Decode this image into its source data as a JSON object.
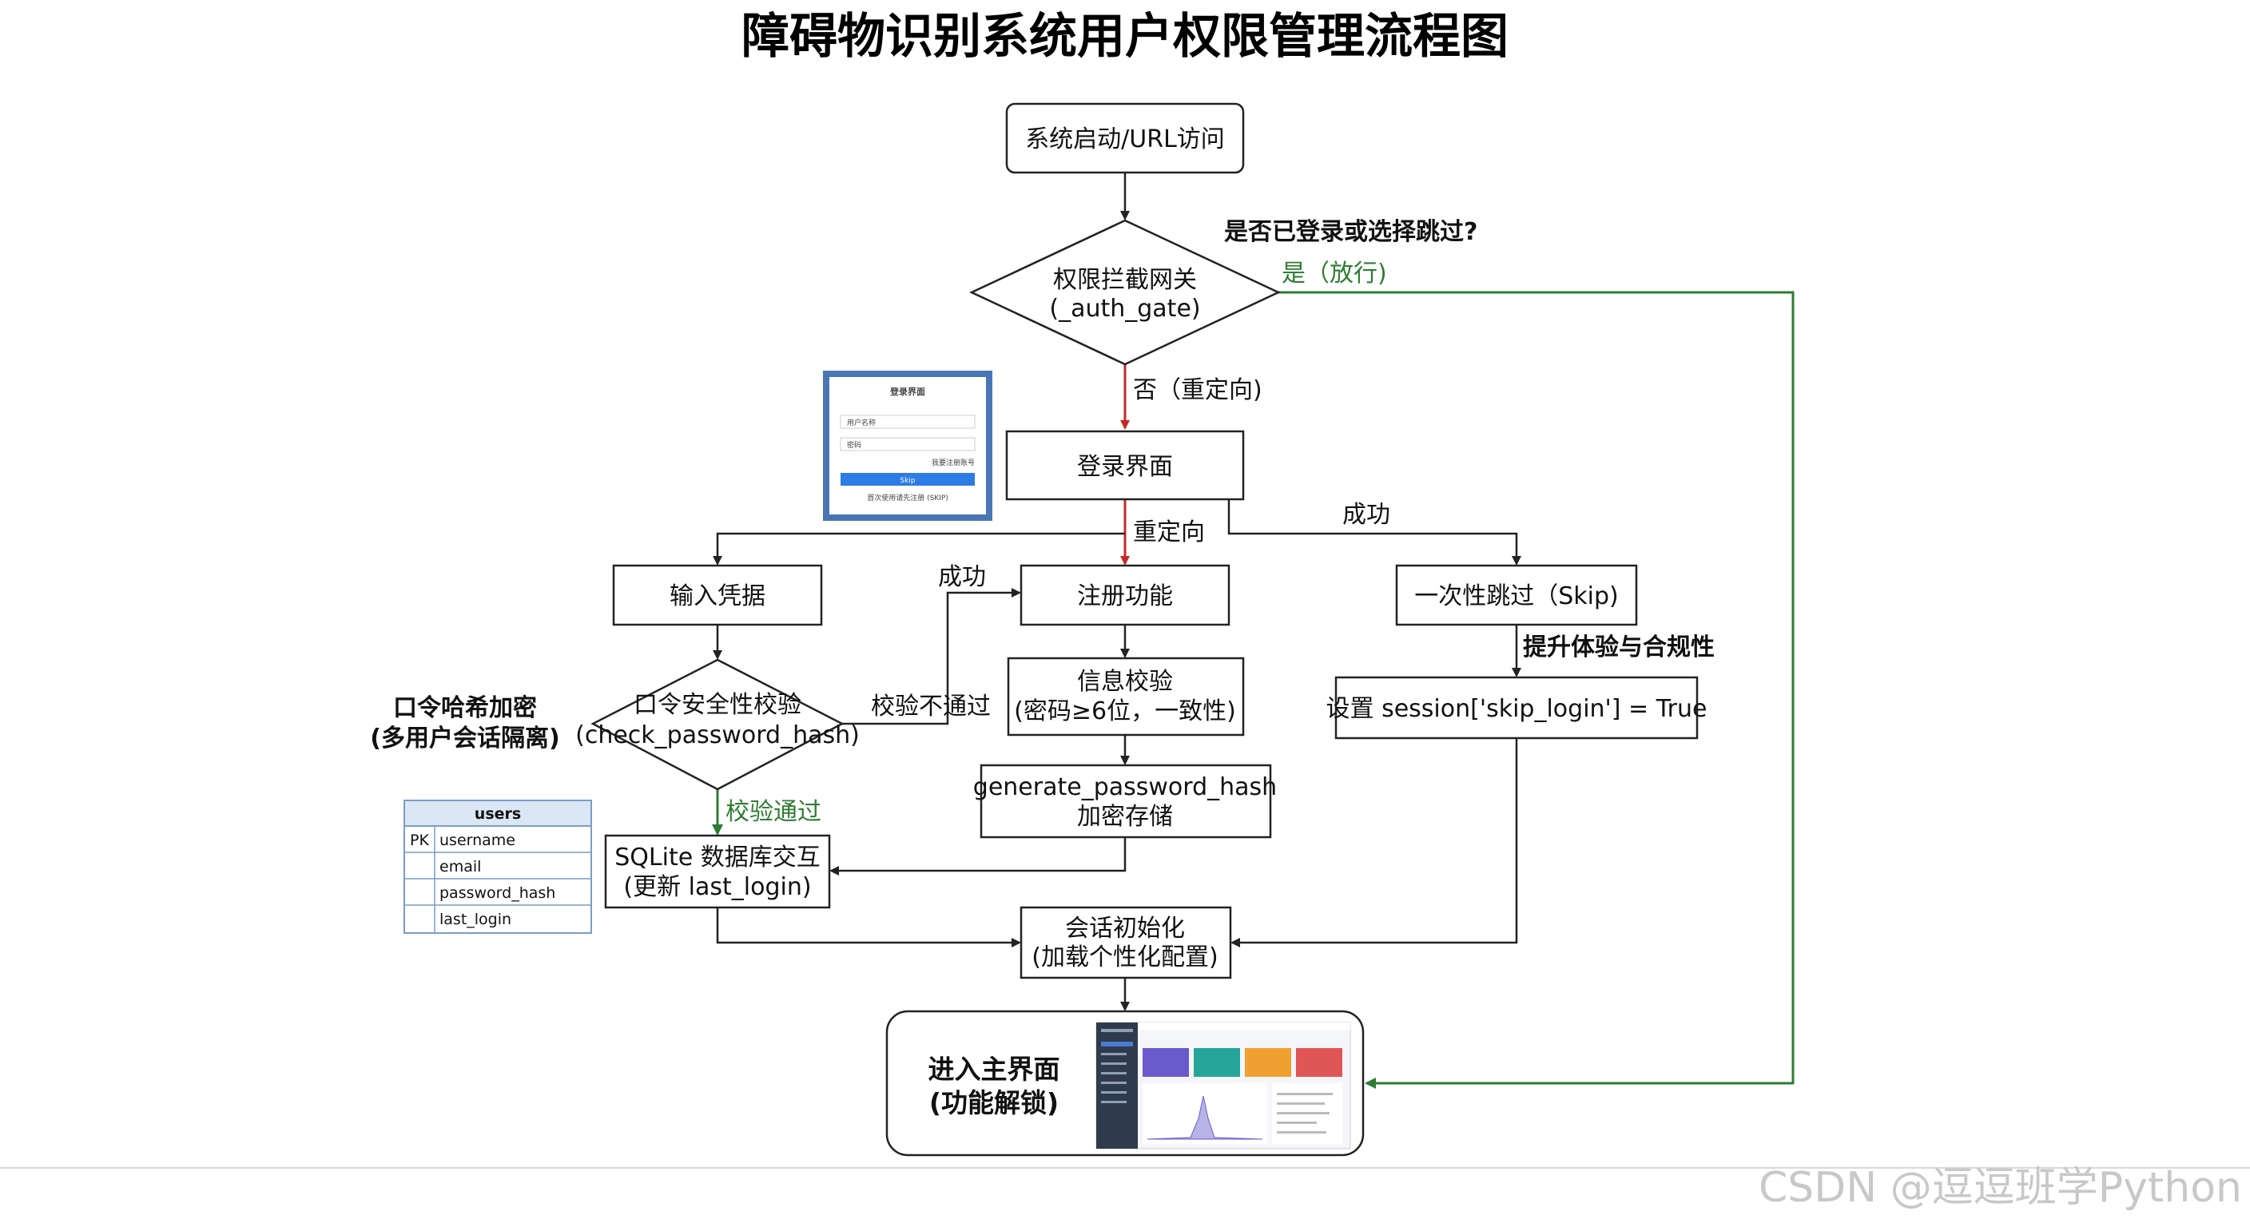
{
  "title": "障碍物识别系统用户权限管理流程图",
  "nodes": {
    "start": "系统启动/URL访问",
    "auth_gate_line1": "权限拦截网关",
    "auth_gate_line2": "(_auth_gate)",
    "login": "登录界面",
    "input_cred": "输入凭据",
    "register": "注册功能",
    "skip": "一次性跳过（Skip)",
    "check_line1": "口令安全性校验",
    "check_line2": "(check_password_hash)",
    "info_check_line1": "信息校验",
    "info_check_line2": "(密码≥6位，一致性)",
    "set_session": "设置 session['skip_login'] = True",
    "gen_hash_line1": "generate_password_hash",
    "gen_hash_line2": "加密存储",
    "sqlite_line1": "SQLite 数据库交互",
    "sqlite_line2": "(更新 last_login)",
    "session_init_line1": "会话初始化",
    "session_init_line2": "(加载个性化配置)",
    "main_line1": "进入主界面",
    "main_line2": "(功能解锁)"
  },
  "labels": {
    "question": "是否已登录或选择跳过?",
    "yes": "是（放行)",
    "no": "否（重定向)",
    "redirect": "重定向",
    "success_top": "成功",
    "success_left": "成功",
    "fail": "校验不通过",
    "pass": "校验通过",
    "hash_note_line1": "口令哈希加密",
    "hash_note_line2": "(多用户会话隔离)",
    "skip_note": "提升体验与合规性"
  },
  "users_table": {
    "name": "users",
    "rows": [
      {
        "key": "PK",
        "field": "username"
      },
      {
        "key": "",
        "field": "email"
      },
      {
        "key": "",
        "field": "password_hash"
      },
      {
        "key": "",
        "field": "last_login"
      }
    ]
  },
  "login_thumb": {
    "title": "登录界面",
    "username_placeholder": "用户名称",
    "password_placeholder": "密码",
    "link": "我要注册账号",
    "button": "Skip",
    "footer": "首次使用请先注册 (SKIP)"
  },
  "watermark": "CSDN @逗逗班学Python",
  "colors": {
    "yes_path": "#2e7d32",
    "no_path": "#c62828",
    "normal_path": "#222222"
  }
}
